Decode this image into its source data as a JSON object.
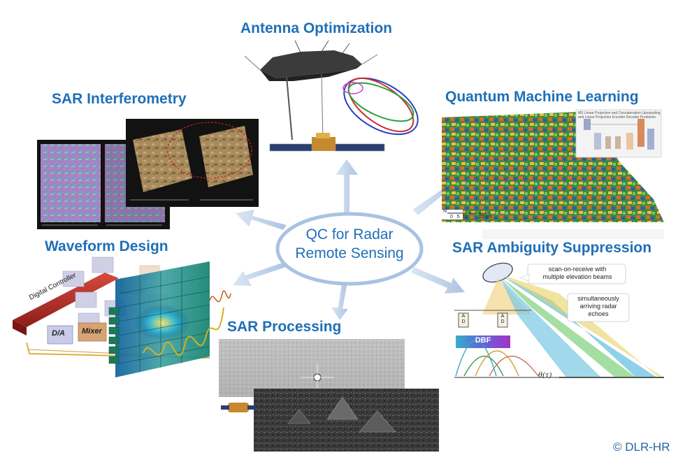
{
  "center": {
    "line1": "QC for Radar",
    "line2": "Remote Sensing"
  },
  "topics": {
    "antenna": "Antenna Optimization",
    "interferometry": "SAR Interferometry",
    "quantum_ml": "Quantum Machine Learning",
    "waveform": "Waveform Design",
    "ambiguity": "SAR Ambiguity Suppression",
    "processing": "SAR Processing"
  },
  "waveform_blocks": {
    "controller": "Digital Controller",
    "da": "D/A",
    "mixer": "Mixer"
  },
  "ambiguity_labels": {
    "callout1": "scan-on-receive with\nmultiple elevation beams",
    "callout2": "simultaneously\narriving radar\nechoes",
    "dbf": "DBF",
    "adc": "A\nD",
    "axis": "θ(τ)"
  },
  "quantum_ml_labels": {
    "scale": "0   5  10        20 km",
    "north": "N",
    "diagram": [
      "MS",
      "Linear Projection and Concatenation",
      "Upsampling and Linear Projection",
      "Encoder",
      "Decoder",
      "Prediction"
    ]
  },
  "copyright": "© DLR-HR",
  "colors": {
    "title": "#1f6fb8",
    "arrow": "#b9cde6",
    "ellipse": "#a8c2e2",
    "dbf": "#8a3ad0"
  }
}
